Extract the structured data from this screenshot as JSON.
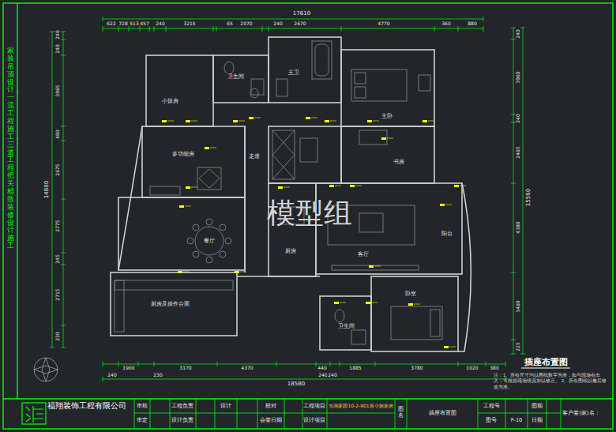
{
  "diagram": {
    "title": "插座布置图",
    "nodes": [
      {
        "text": [
          "小孩房"
        ]
      },
      {
        "text": [
          "卫生间"
        ]
      },
      {
        "text": [
          "主卫"
        ]
      },
      {
        "text": [
          "主卧"
        ]
      },
      {
        "text": [
          "多功能房"
        ]
      },
      {
        "text": [
          "走道"
        ]
      },
      {
        "text": [
          "书房"
        ]
      },
      {
        "text": [
          "阳台"
        ]
      },
      {
        "text": [
          "餐厅"
        ]
      },
      {
        "text": [
          "厨房"
        ]
      },
      {
        "text": [
          "客厅"
        ]
      },
      {
        "text": [
          "厨房及操作台面"
        ]
      },
      {
        "text": [
          "卫生间"
        ]
      },
      {
        "text": [
          "卧室"
        ]
      }
    ],
    "labels": [
      "17610",
      "622",
      "728",
      "513",
      "457",
      "240",
      "3215",
      "65",
      "2070",
      "240",
      "2670",
      "4770",
      "360",
      "880",
      "18580",
      "1900",
      "3170",
      "4370",
      "440",
      "1885",
      "3780",
      "1020",
      "380",
      "240",
      "230",
      "240",
      "240",
      "14800",
      "240",
      "240",
      "3065",
      "480",
      "2675",
      "2775",
      "245",
      "2715",
      "230",
      "15560",
      "240",
      "3960",
      "240",
      "2465",
      "4380",
      "3460",
      "225",
      "家装吊顶设计，一流工程施工，三道工程把关，精致装修设计施工",
      "模型组",
      "注：1、所有尺寸均以图纸数字为准，如与现场有出入，可根据现场情况加以修正。 2、所有图纸以最后修改为准。",
      "福翔装饰工程有限公司",
      "审核",
      "审定",
      "工程负责",
      "设计负责",
      "设计",
      "校对",
      "会签日期",
      "工程项目",
      "设计项目",
      "东湖家园10-2-901苏小姐新居",
      "图名",
      "插座布置图",
      "工程号",
      "图号",
      "P-10",
      "图期",
      "日期",
      "客户签(家)名："
    ]
  }
}
